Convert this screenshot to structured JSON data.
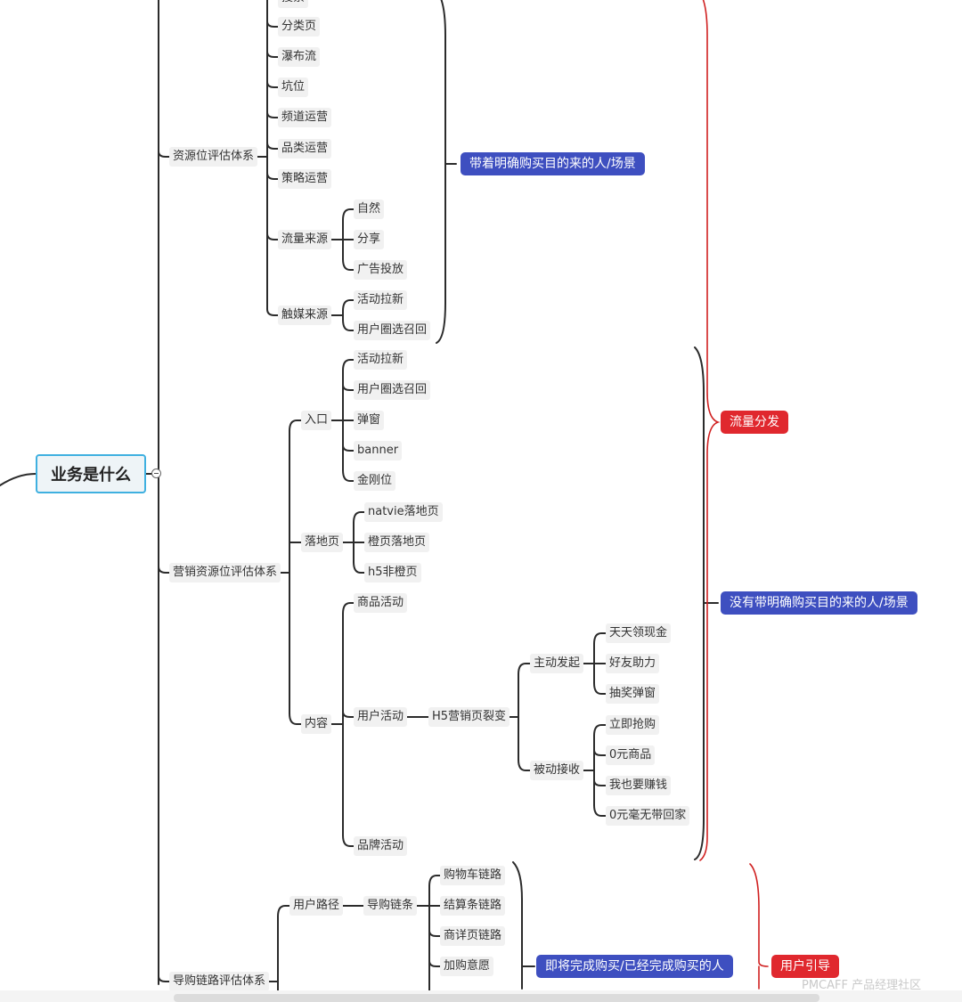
{
  "root": {
    "label": "业务是什么"
  },
  "level1": {
    "resource": "资源位评估体系",
    "marketing": "营销资源位评估体系",
    "guide": "导购链路评估体系"
  },
  "resource_items": {
    "top_partial": "搜索",
    "category": "分类页",
    "waterfall": "瀑布流",
    "slot": "坑位",
    "channel_ops": "频道运营",
    "category_ops": "品类运营",
    "strategy_ops": "策略运营",
    "traffic_source": "流量来源",
    "traffic_natural": "自然",
    "traffic_share": "分享",
    "traffic_ads": "广告投放",
    "touch_source": "触媒来源",
    "touch_new": "活动拉新",
    "touch_recall": "用户圈选召回"
  },
  "marketing_items": {
    "entry": "入口",
    "entry_new": "活动拉新",
    "entry_recall": "用户圈选召回",
    "entry_popup": "弹窗",
    "entry_banner": "banner",
    "entry_kingkong": "金刚位",
    "landing": "落地页",
    "landing_native": "natvie落地页",
    "landing_orange": "橙页落地页",
    "landing_h5": "h5非橙页",
    "content": "内容",
    "content_goods": "商品活动",
    "content_user": "用户活动",
    "h5_fission": "H5营销页裂变",
    "active": "主动发起",
    "active_cash": "天天领现金",
    "active_help": "好友助力",
    "active_lottery": "抽奖弹窗",
    "passive": "被动接收",
    "passive_grab": "立即抢购",
    "passive_zero": "0元商品",
    "passive_earn": "我也要赚钱",
    "passive_free": "0元毫无带回家",
    "content_brand": "品牌活动"
  },
  "guide_items": {
    "user_path": "用户路径",
    "guide_chain": "导购链条",
    "cart_chain": "购物车链路",
    "checkout_chain": "结算条链路",
    "detail_chain": "商详页链路",
    "add_intent": "加购意愿"
  },
  "tags": {
    "purposeful": "带着明确购买目的来的人/场景",
    "traffic_dist": "流量分发",
    "no_purpose": "没有带明确购买目的来的人/场景",
    "about_to_buy": "即将完成购买/已经完成购买的人",
    "user_guide": "用户引导"
  },
  "colors": {
    "blue_tag": "#3e4fc0",
    "red_tag": "#e0282e",
    "root_border": "#3fb0e0",
    "red_bracket": "#d02020"
  },
  "watermark": "PMCAFF 产品经理社区"
}
